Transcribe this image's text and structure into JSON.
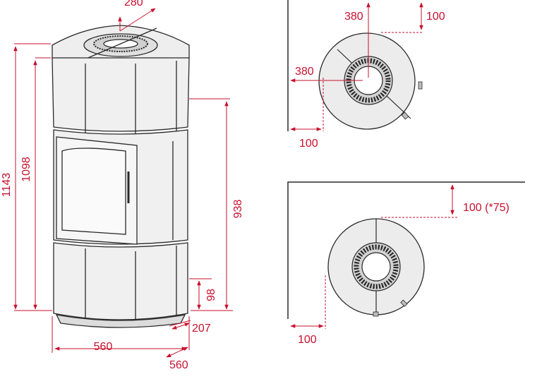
{
  "colors": {
    "dimension": "#c8102e",
    "outline": "#2a2a2a",
    "stove_fill": "#e9e9e9",
    "panel_fill": "#f3f3f3",
    "glass_fill": "#f8f8f8"
  },
  "dimensions": {
    "overall_height": "1143",
    "body_height": "1098",
    "flue_outlet_height": "938",
    "air_inlet_height": "98",
    "air_inlet_depth": "207",
    "width": "560",
    "depth": "560",
    "flue_diameter": "280"
  },
  "top_view_corner": {
    "top_clearance_to_flue": "380",
    "side_clearance_to_flue": "380",
    "rear_clearance": "100",
    "side_clearance": "100"
  },
  "top_view_wall": {
    "rear_clearance": "100 (*75)",
    "side_clearance": "100"
  }
}
